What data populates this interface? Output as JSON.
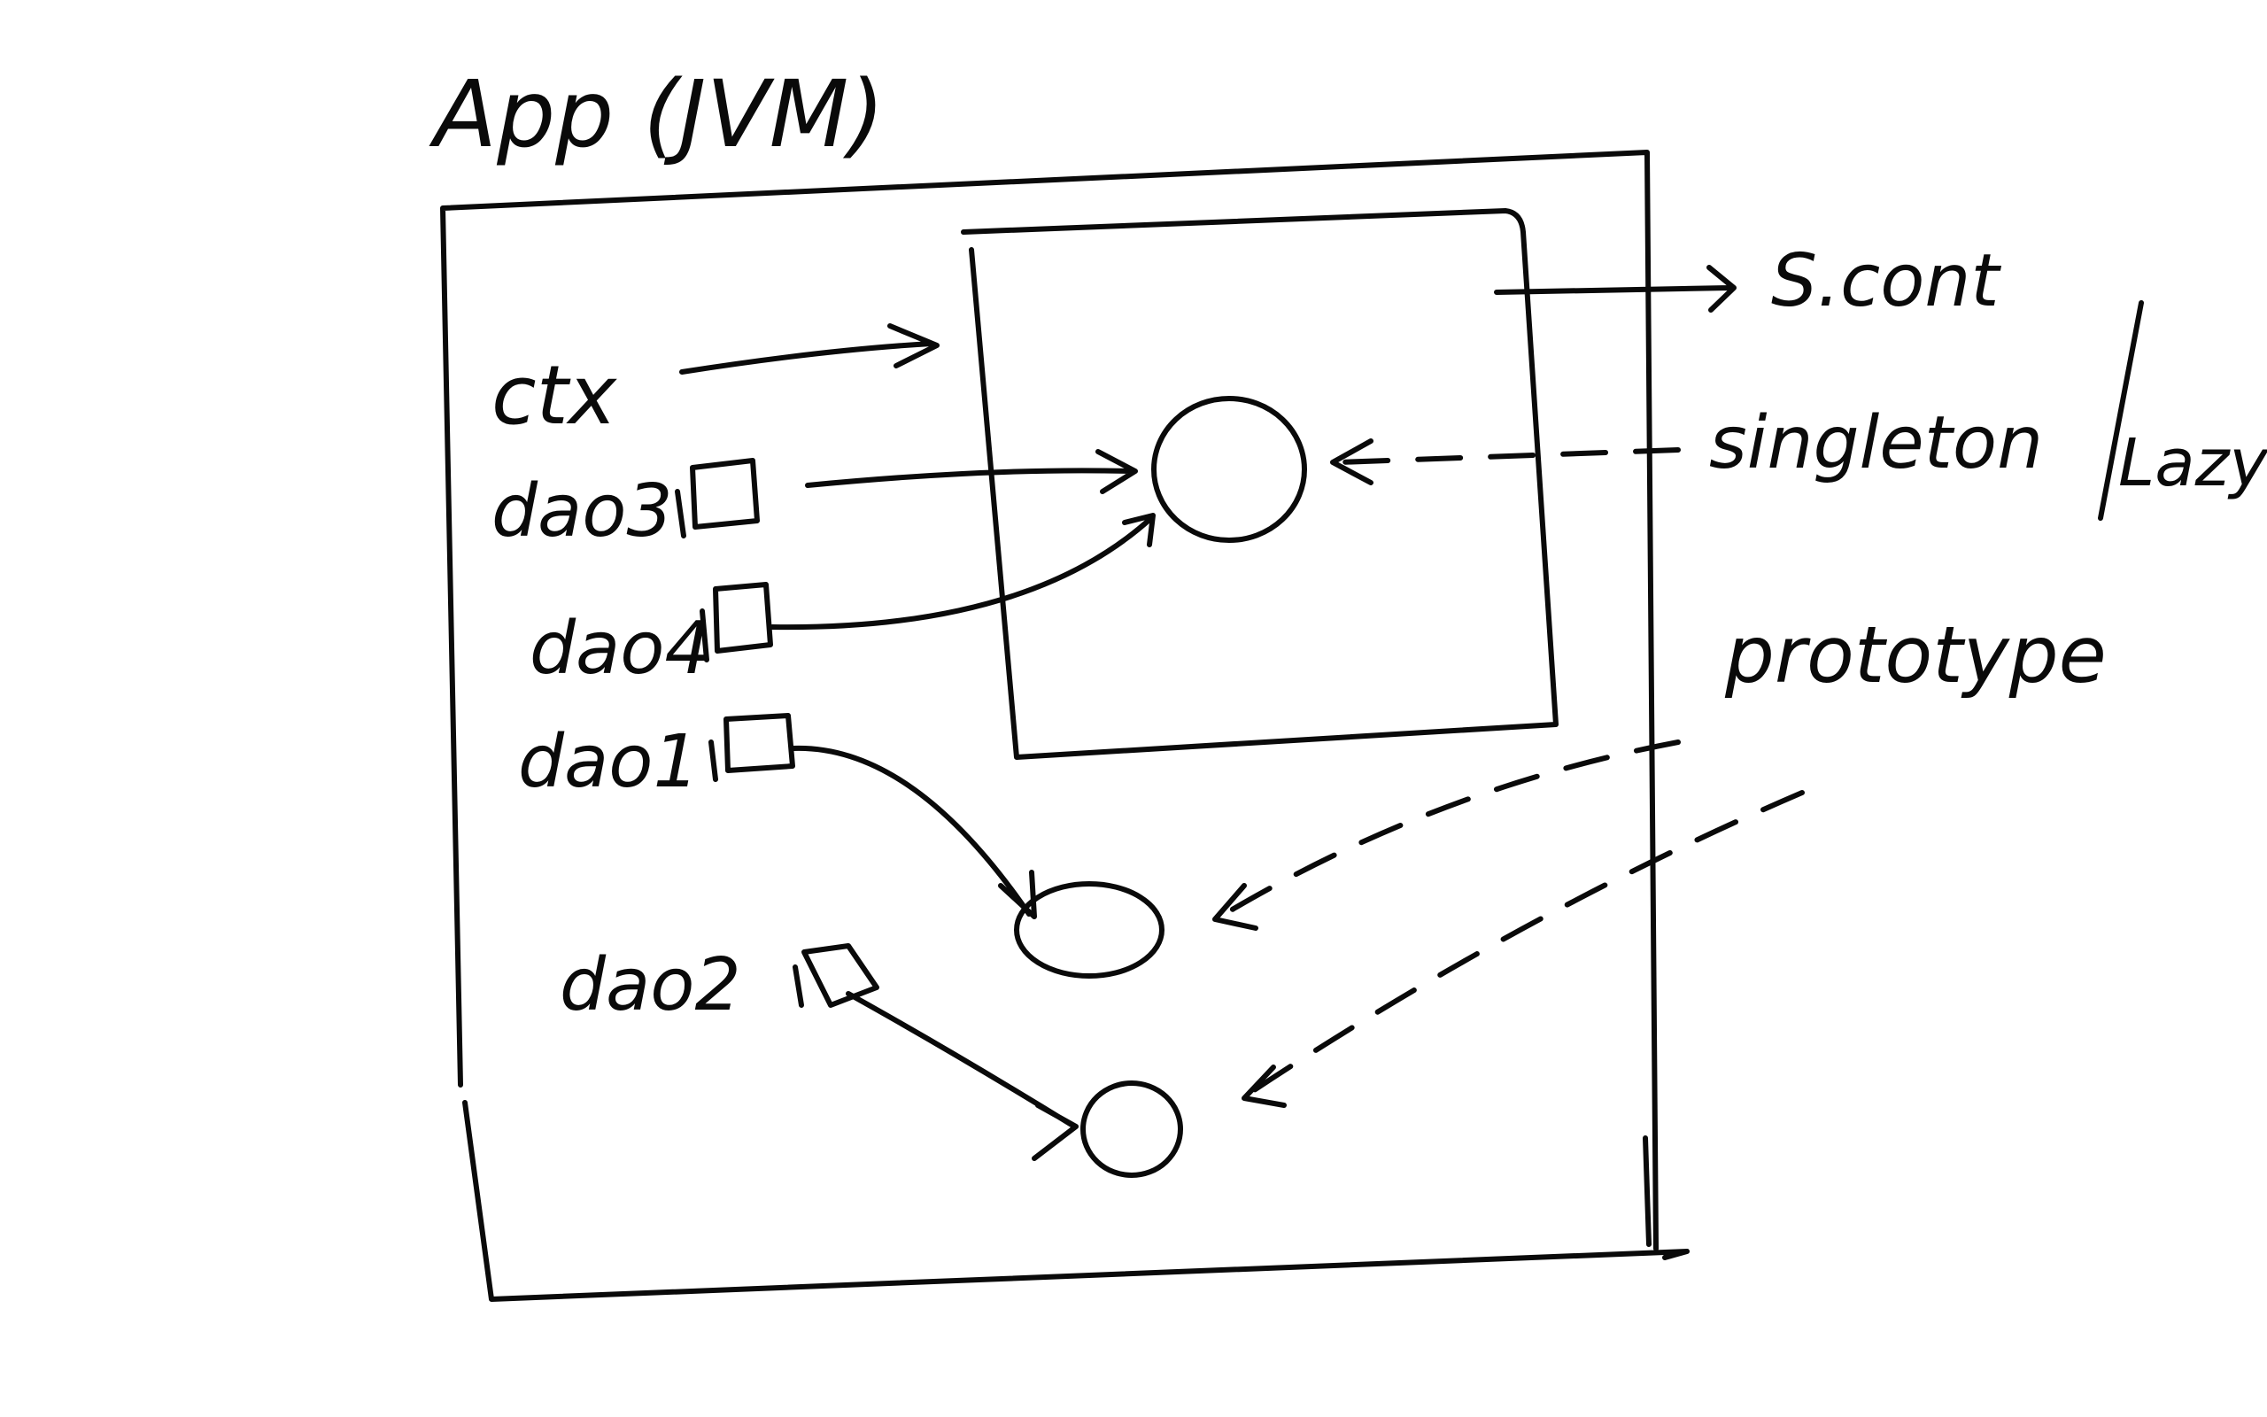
{
  "labels": {
    "app_title": "App (JVM)",
    "spring_container": "S.cont",
    "scope_singleton": "singleton",
    "scope_lazy": "Lazy",
    "scope_prototype": "prototype",
    "ctx": "ctx",
    "dao3": "dao3",
    "dao4": "dao4",
    "dao1": "dao1",
    "dao2": "dao2"
  },
  "colors": {
    "ink": "#0a0a0a",
    "background": "#ffffff"
  }
}
